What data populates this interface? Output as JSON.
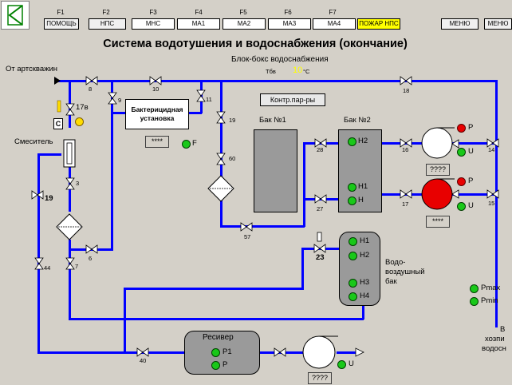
{
  "toolbar": {
    "fkeys": [
      "F1",
      "F2",
      "F3",
      "F4",
      "F5",
      "F6",
      "F7"
    ],
    "buttons": [
      "ПОМОЩЬ",
      "НПС",
      "МНС",
      "МА1",
      "МА2",
      "МА3",
      "МА4",
      "ПОЖАР НПС",
      "МЕНЮ",
      "МЕНЮ"
    ]
  },
  "title": "Система водотушения и водоснабжения (окончание)",
  "subtitle": "Блок-бокс водоснабжения",
  "temp": {
    "label": "Тбв",
    "value": "10",
    "unit": "°С"
  },
  "labels": {
    "source": "От артскважин",
    "mixer": "Смеситель",
    "bactericidal": "Бактерицидная установка",
    "control": "Контр.пар-ры",
    "tank1": "Бак №1",
    "tank2": "Бак №2",
    "water_air_1": "Водо-",
    "water_air_2": "воздушный",
    "water_air_3": "бак",
    "receiver": "Ресивер",
    "side_1": "В",
    "side_2": "хозпи",
    "side_3": "водосн",
    "c_box": "С",
    "stars_4": "****",
    "stars_q": "????"
  },
  "valves": {
    "v8": "8",
    "v10": "10",
    "v18": "18",
    "v9": "9",
    "v11": "11",
    "v17": "17в",
    "v19a": "19",
    "v60": "60",
    "v3": "3",
    "v19b": "19",
    "v44": "44",
    "v7": "7",
    "v6": "6",
    "v57": "57",
    "v28": "28",
    "v27": "27",
    "v16": "16",
    "v17b": "17",
    "v14": "14",
    "v15": "15",
    "v23": "23",
    "v40": "40"
  },
  "indicators": {
    "F": "F",
    "H2": "Н2",
    "H1": "Н1",
    "H": "Н",
    "H1b": "Н1",
    "H2b": "Н2",
    "H3": "Н3",
    "H4": "Н4",
    "P1": "Р1",
    "P": "Р",
    "U": "U",
    "Pmax": "Pmax",
    "Pmin": "Pmin"
  },
  "colors": {
    "pipe": "#0000ff",
    "running_pump": "#e80000",
    "ok": "#19c819",
    "alarm_btn": "#ffff00",
    "temp": "#ffff00"
  }
}
